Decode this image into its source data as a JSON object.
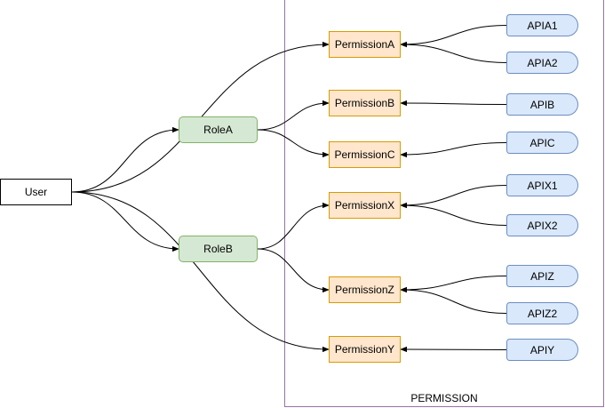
{
  "container": {
    "label": "PERMISSION",
    "border_color": "#9673a6"
  },
  "nodes": {
    "user": {
      "label": "User"
    },
    "role_a": {
      "label": "RoleA"
    },
    "role_b": {
      "label": "RoleB"
    },
    "perm_a": {
      "label": "PermissionA"
    },
    "perm_b": {
      "label": "PermissionB"
    },
    "perm_c": {
      "label": "PermissionC"
    },
    "perm_x": {
      "label": "PermissionX"
    },
    "perm_z": {
      "label": "PermissionZ"
    },
    "perm_y": {
      "label": "PermissionY"
    },
    "api_a1": {
      "label": "APIA1"
    },
    "api_a2": {
      "label": "APIA2"
    },
    "api_b": {
      "label": "APIB"
    },
    "api_c": {
      "label": "APIC"
    },
    "api_x1": {
      "label": "APIX1"
    },
    "api_x2": {
      "label": "APIX2"
    },
    "api_z": {
      "label": "APIZ"
    },
    "api_z2": {
      "label": "APIZ2"
    },
    "api_y": {
      "label": "APIY"
    }
  },
  "colors": {
    "role_fill": "#d5e8d4",
    "role_stroke": "#82b366",
    "perm_fill": "#ffe6cc",
    "perm_stroke": "#d79b00",
    "api_fill": "#dae8fc",
    "api_stroke": "#6c8ebf",
    "edge": "#000000"
  },
  "edges": [
    {
      "from": "user",
      "to": "role_a"
    },
    {
      "from": "user",
      "to": "role_b"
    },
    {
      "from": "user",
      "to": "perm_a"
    },
    {
      "from": "user",
      "to": "perm_y"
    },
    {
      "from": "role_a",
      "to": "perm_b"
    },
    {
      "from": "role_a",
      "to": "perm_c"
    },
    {
      "from": "role_b",
      "to": "perm_x"
    },
    {
      "from": "role_b",
      "to": "perm_z"
    },
    {
      "from": "api_a1",
      "to": "perm_a"
    },
    {
      "from": "api_a2",
      "to": "perm_a"
    },
    {
      "from": "api_b",
      "to": "perm_b"
    },
    {
      "from": "api_c",
      "to": "perm_c"
    },
    {
      "from": "api_x1",
      "to": "perm_x"
    },
    {
      "from": "api_x2",
      "to": "perm_x"
    },
    {
      "from": "api_z",
      "to": "perm_z"
    },
    {
      "from": "api_z2",
      "to": "perm_z"
    },
    {
      "from": "api_y",
      "to": "perm_y"
    }
  ]
}
